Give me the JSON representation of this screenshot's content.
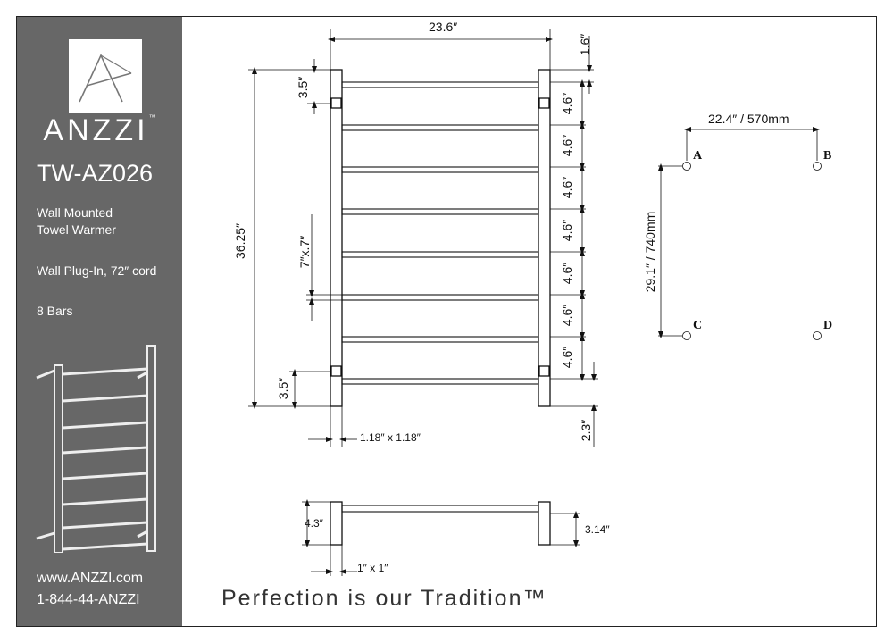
{
  "brand": {
    "name": "ANZZI",
    "tm": "™",
    "color": "#676767"
  },
  "product": {
    "model": "TW-AZ026",
    "description_line1": "Wall Mounted",
    "description_line2": "Towel Warmer",
    "power": "Wall Plug-In, 72″ cord",
    "bars": "8 Bars"
  },
  "contact": {
    "website": "www.ANZZI.com",
    "phone": "1-844-44-ANZZI"
  },
  "tagline": "Perfection is our Tradition™",
  "dimensions": {
    "width": "23.6″",
    "top_offset": "1.6″",
    "height": "36.25″",
    "bracket_top": "3.5″",
    "bracket_bottom": "3.5″",
    "bar_spacing": "4.6″",
    "bar_gap": "7″x.7″",
    "bottom_offset": "2.3″",
    "post_section": "1.18″ x 1.18″",
    "depth": "4.3″",
    "bracket_depth": "3.14″",
    "bracket_section": "1″ x 1″"
  },
  "mounting": {
    "horizontal": "22.4″ / 570mm",
    "vertical": "29.1″ / 740mm",
    "points": [
      "A",
      "B",
      "C",
      "D"
    ]
  }
}
